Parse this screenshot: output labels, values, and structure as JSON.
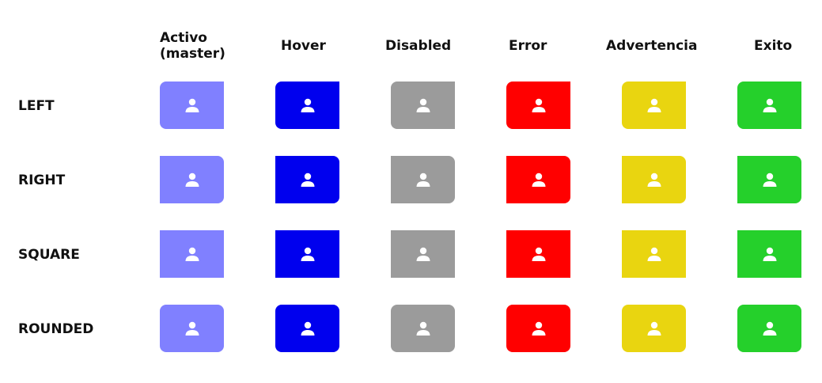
{
  "columns": [
    {
      "label": "Activo\n(master)",
      "color": "#8080ff"
    },
    {
      "label": "Hover",
      "color": "#0000ee"
    },
    {
      "label": "Disabled",
      "color": "#9b9b9b"
    },
    {
      "label": "Error",
      "color": "#ff0000"
    },
    {
      "label": "Advertencia",
      "color": "#e9d510"
    },
    {
      "label": "Exito",
      "color": "#25d02b"
    }
  ],
  "rows": [
    {
      "label": "LEFT",
      "shape": "left"
    },
    {
      "label": "RIGHT",
      "shape": "right"
    },
    {
      "label": "SQUARE",
      "shape": "square"
    },
    {
      "label": "ROUNDED",
      "shape": "rounded"
    }
  ],
  "icon": "user-icon"
}
